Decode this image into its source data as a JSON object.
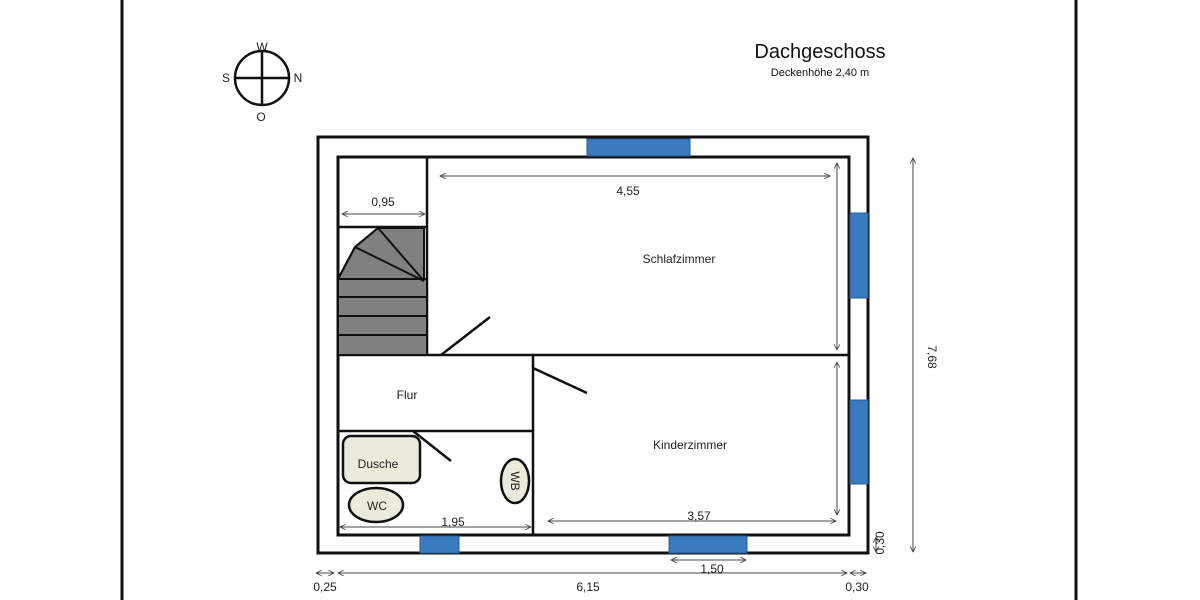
{
  "title": "Dachgeschoss",
  "subtitle": "Deckenhöhe 2,40 m",
  "compass": {
    "top": "W",
    "left": "S",
    "right": "N",
    "bottom": "O"
  },
  "rooms": {
    "bedroom": "Schlafzimmer",
    "kids_room": "Kinderzimmer",
    "hall": "Flur",
    "shower": "Dusche",
    "toilet": "WC",
    "washbasin": "WB"
  },
  "dimensions": {
    "stair_width": "0,95",
    "bedroom_width": "4,55",
    "bath_width": "1,95",
    "kids_room_width": "3,57",
    "window_width": "1,50",
    "total_width": "6,15",
    "left_wall": "0,25",
    "right_wall": "0,30",
    "bottom_wall": "0,30",
    "total_depth": "7,68"
  },
  "colors": {
    "window": "#3a7bbf",
    "stairs": "#808080",
    "fixture": "#ebebdd"
  }
}
